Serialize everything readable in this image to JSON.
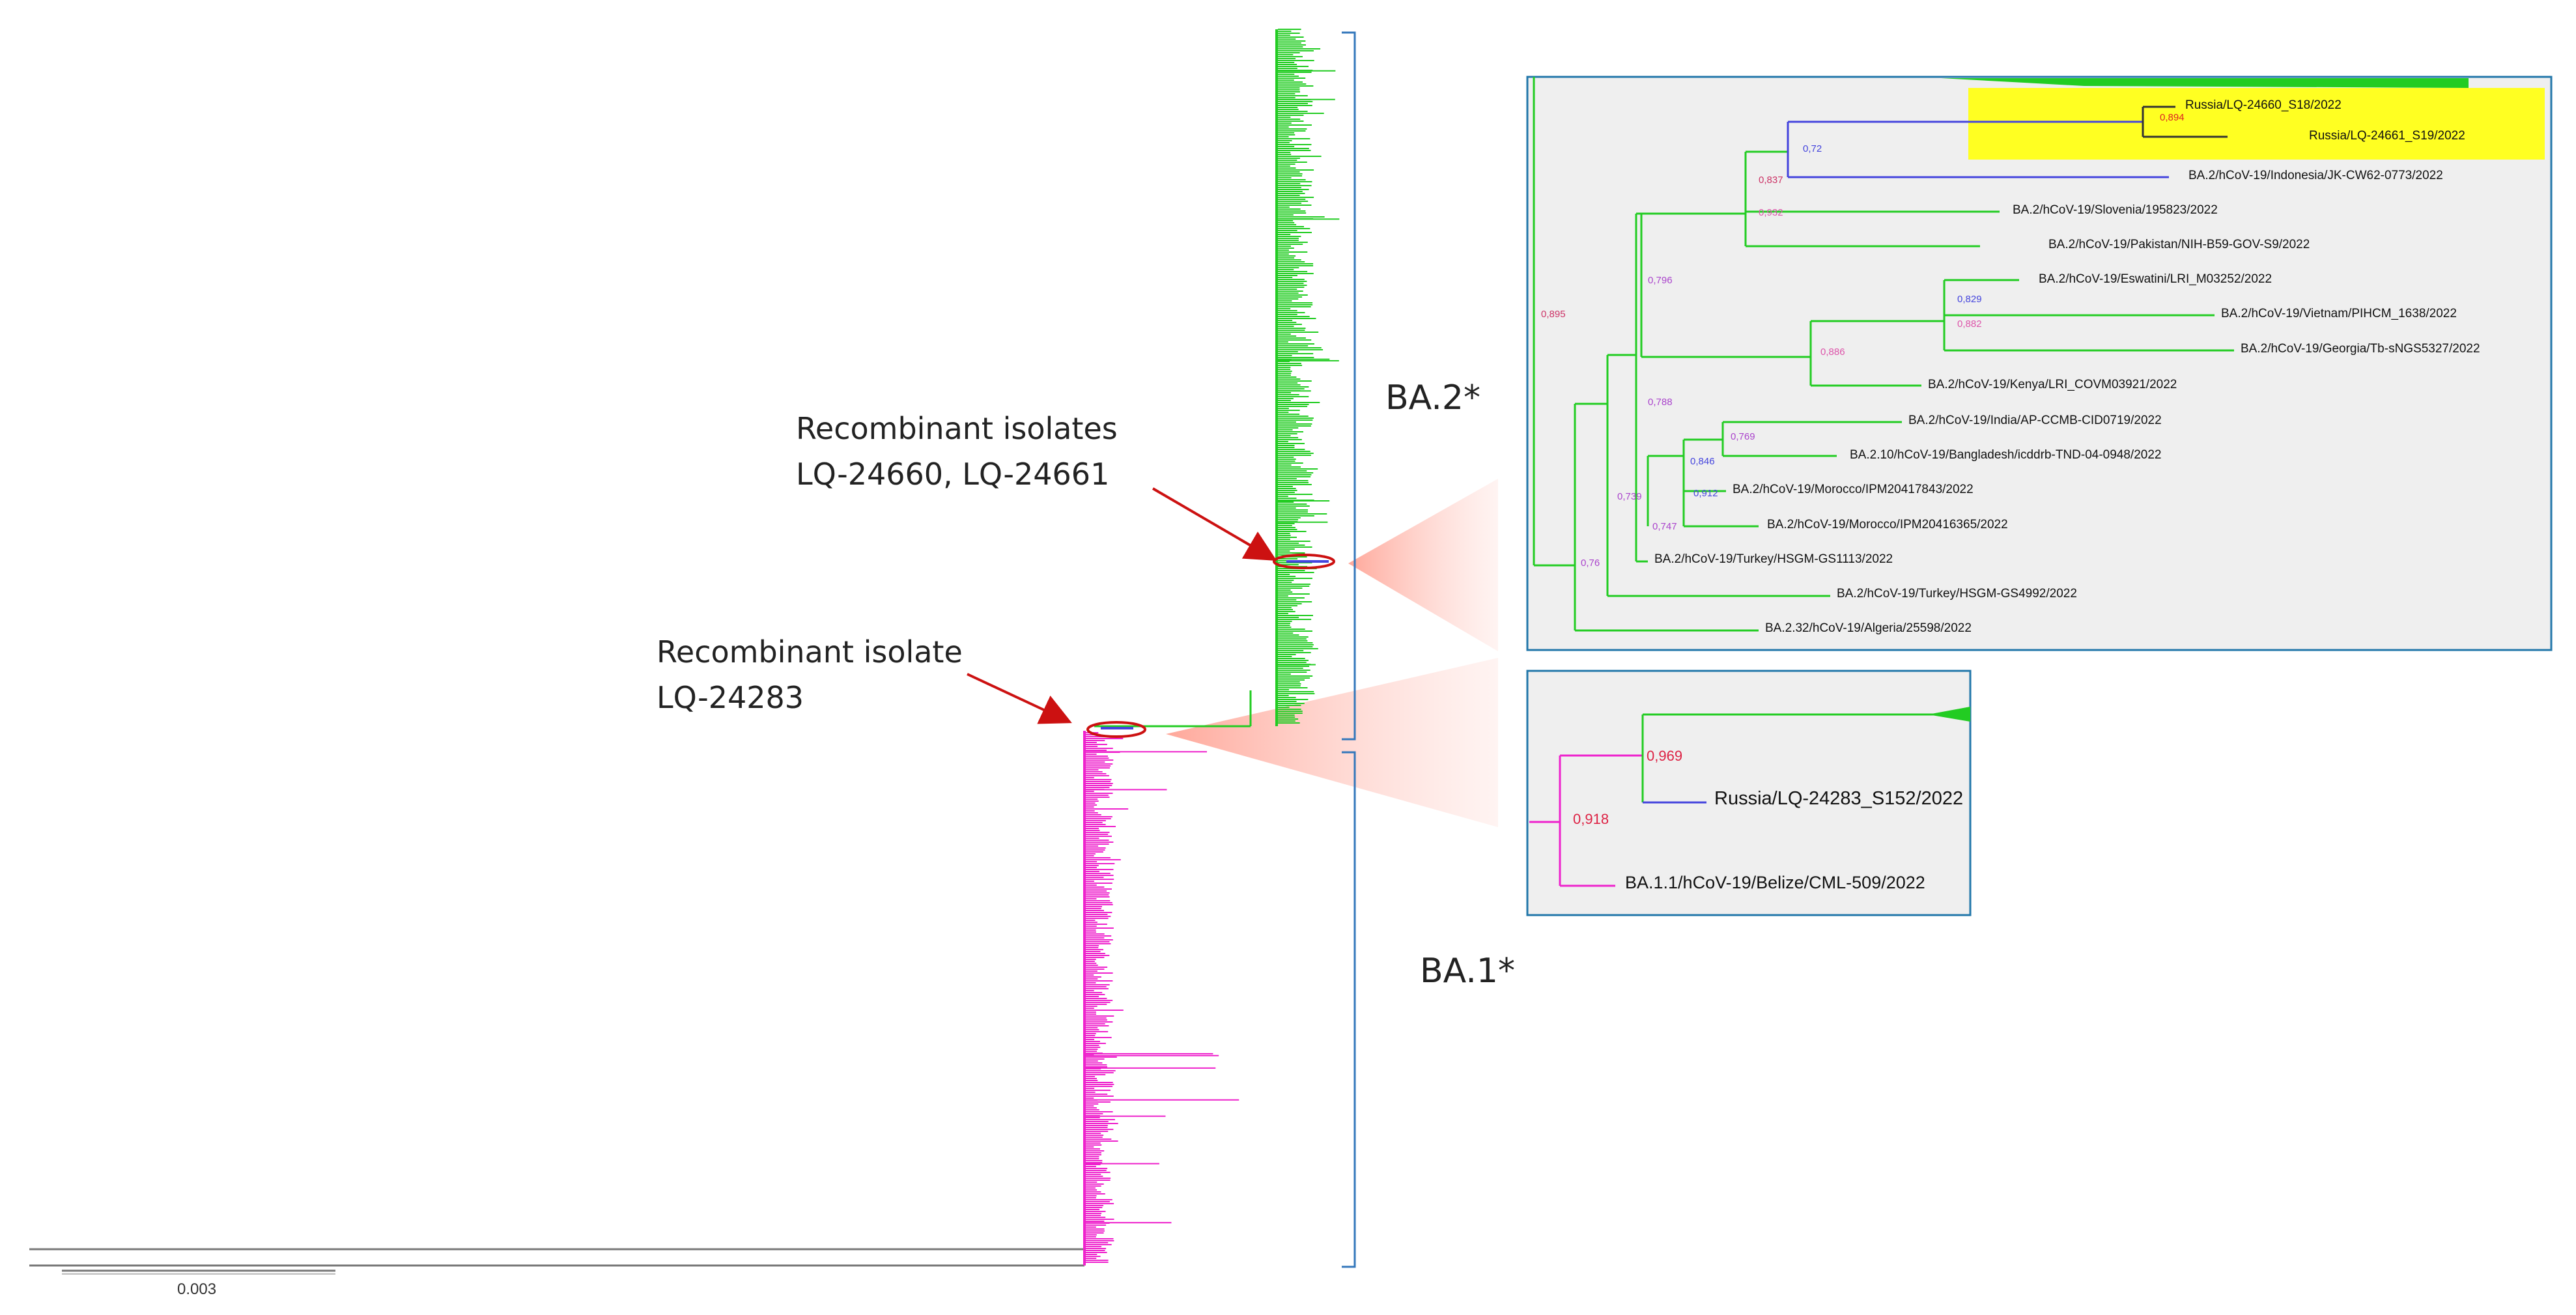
{
  "annotations": {
    "recomb_top_line1": "Recombinant isolates",
    "recomb_top_line2": "LQ-24660, LQ-24661",
    "recomb_bottom_line1": "Recombinant isolate",
    "recomb_bottom_line2": "LQ-24283"
  },
  "clades": {
    "upper": "BA.2*",
    "lower": "BA.1*"
  },
  "scale_bar": {
    "label": "0.003"
  },
  "colors": {
    "ba2_branch": "#22cc22",
    "ba1_branch": "#ee22cc",
    "recombinant_branch": "#4444dd",
    "pointer_arrow": "#cc1111",
    "bracket": "#3377bb",
    "highlight": "#ffff22",
    "inset_background": "#efefef",
    "inset_border": "#2277aa"
  },
  "inset_ba2": {
    "highlighted_leaves": [
      "Russia/LQ-24660_S18/2022",
      "Russia/LQ-24661_S19/2022"
    ],
    "leaves": [
      "BA.2/hCoV-19/Indonesia/JK-CW62-0773/2022",
      "BA.2/hCoV-19/Slovenia/195823/2022",
      "BA.2/hCoV-19/Pakistan/NIH-B59-GOV-S9/2022",
      "BA.2/hCoV-19/Eswatini/LRI_M03252/2022",
      "BA.2/hCoV-19/Vietnam/PIHCM_1638/2022",
      "BA.2/hCoV-19/Georgia/Tb-sNGS5327/2022",
      "BA.2/hCoV-19/Kenya/LRI_COVM03921/2022",
      "BA.2/hCoV-19/India/AP-CCMB-CID0719/2022",
      "BA.2.10/hCoV-19/Bangladesh/icddrb-TND-04-0948/2022",
      "BA.2/hCoV-19/Morocco/IPM20417843/2022",
      "BA.2/hCoV-19/Morocco/IPM20416365/2022",
      "BA.2/hCoV-19/Turkey/HSGM-GS1113/2022",
      "BA.2/hCoV-19/Turkey/HSGM-GS4992/2022",
      "BA.2.32/hCoV-19/Algeria/25598/2022"
    ],
    "support_values": [
      "0,894",
      "0,72",
      "0,837",
      "0,932",
      "0,796",
      "0,829",
      "0,882",
      "0,895",
      "0,886",
      "0,788",
      "0,769",
      "0,846",
      "0,912",
      "0,739",
      "0,747",
      "0,76"
    ]
  },
  "inset_ba1": {
    "leaves": [
      "Russia/LQ-24283_S152/2022",
      "BA.1.1/hCoV-19/Belize/CML-509/2022"
    ],
    "support_values": [
      "0,969",
      "0,918"
    ]
  }
}
